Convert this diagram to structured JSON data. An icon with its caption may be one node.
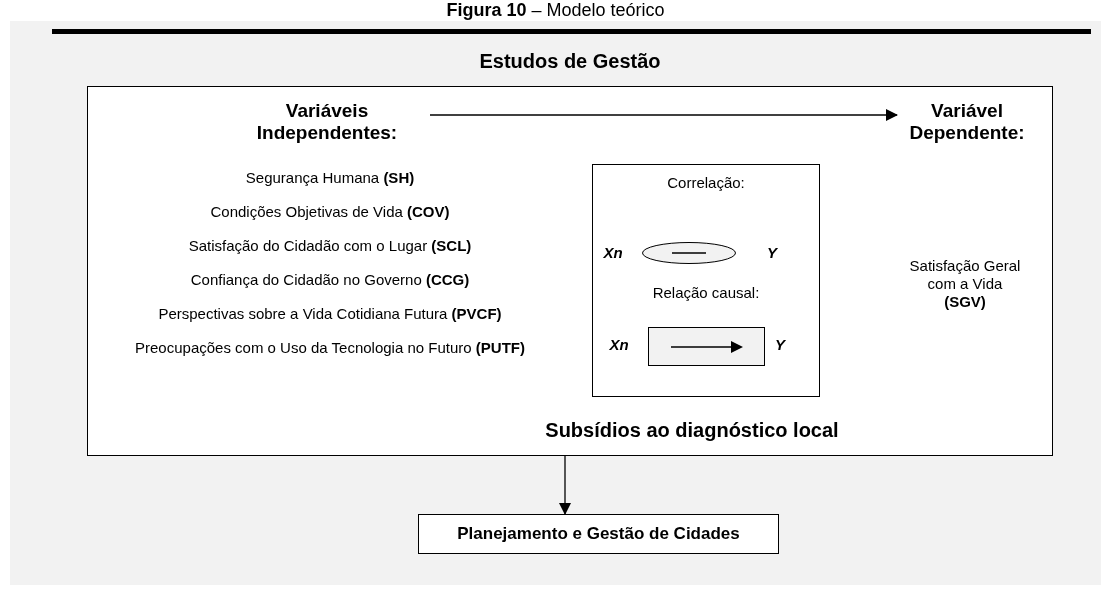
{
  "diagram": {
    "title": "**Figura 10** – Modelo teórico",
    "nodes": [
      {
        "text": [
          "Estudos de Gestão",
          "Subsídios ao diagnóstico local"
        ]
      },
      {
        "text": [
          "Variáveis Independentes:"
        ],
        "in": 0
      },
      {
        "text": [
          "Variável Dependente:"
        ],
        "in": 0
      },
      {
        "text": [
          "Correlação:",
          "Relação causal:"
        ],
        "in": 0
      },
      {
        "text": [],
        "shape": "ellipse",
        "in": 3
      },
      {
        "text": [],
        "shape": "box",
        "in": 3
      },
      {
        "text": [
          "Planejamento e Gestão de Cidades"
        ]
      }
    ],
    "edges": [
      {
        "from": 1,
        "to": 2,
        "arrow": "to"
      },
      {
        "from": 0,
        "to": 6,
        "arrow": "to"
      }
    ],
    "labels": [
      "Segurança Humana **(SH)**",
      "Condições Objetivas de Vida **(COV)**",
      "Satisfação do Cidadão com o Lugar **(SCL)**",
      "Confiança do Cidadão no Governo **(CCG)**",
      "Perspectivas sobre a Vida Cotidiana Futura **(PVCF)**",
      "Preocupações com o Uso da Tecnologia no Futuro **(PUTF)**",
      "Xn",
      "Y",
      "Xn",
      "Y",
      "Satisfação Geral com a Vida **(SGV)**"
    ]
  }
}
